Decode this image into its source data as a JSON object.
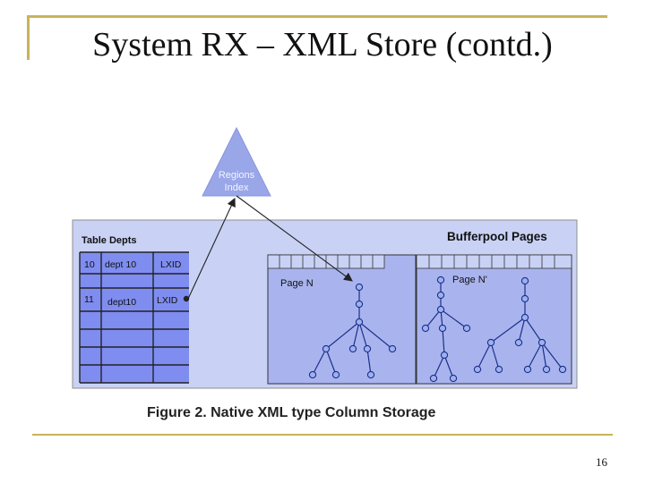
{
  "slide": {
    "title": "System RX – XML Store (contd.)",
    "number": "16"
  },
  "diagram": {
    "regions_index": [
      "Regions",
      "Index"
    ],
    "table_title": "Table Depts",
    "rows": [
      {
        "id": "10",
        "name": "dept 10",
        "ref": "LXID"
      },
      {
        "id": "11",
        "name": "dept10",
        "ref": "LXID"
      }
    ],
    "bufferpool_title": "Bufferpool Pages",
    "page_left": "Page N",
    "page_right": "Page N'",
    "caption": "Figure 2. Native XML type Column Storage"
  },
  "colors": {
    "accent_rule": "#c8b45a",
    "panel_bg": "#c9d2f5",
    "table_cells": "#7f8df0",
    "page_bg": "#a9b4ee",
    "triangle": "#99a6e8"
  }
}
